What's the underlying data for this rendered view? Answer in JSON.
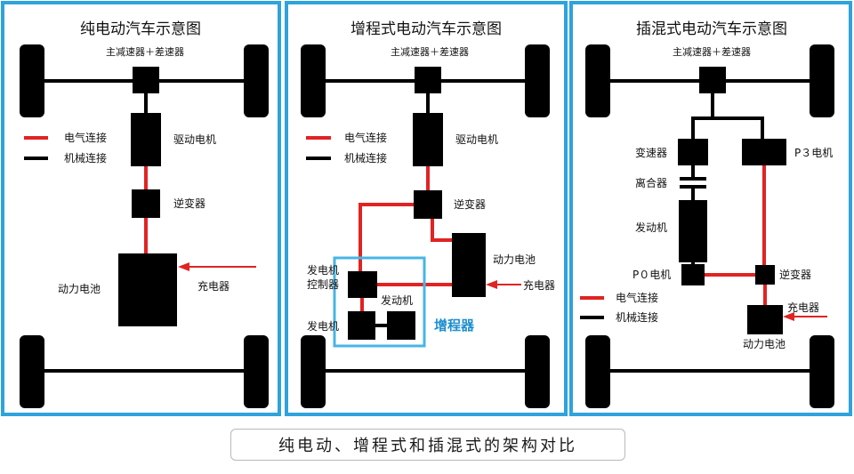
{
  "colors": {
    "frame": "#2ea3dc",
    "electrical": "#e02323",
    "mechanical": "#000000",
    "range_extender_box": "#47b5e5",
    "range_extender_label": "#1e8fd0"
  },
  "panels": [
    {
      "title": "纯电动汽车示意图",
      "reducer": "主减速器＋差速器",
      "legend_electrical": "电气连接",
      "legend_mechanical": "机械连接",
      "motor": "驱动电机",
      "inverter": "逆变器",
      "battery": "动力电池",
      "charger": "充电器"
    },
    {
      "title": "增程式电动汽车示意图",
      "reducer": "主减速器＋差速器",
      "legend_electrical": "电气连接",
      "legend_mechanical": "机械连接",
      "motor": "驱动电机",
      "inverter": "逆变器",
      "battery": "动力电池",
      "charger": "充电器",
      "generator_controller": [
        "发电机",
        "控制器"
      ],
      "engine": "发动机",
      "generator": "发电机",
      "range_extender": "增程器"
    },
    {
      "title": "插混式电动汽车示意图",
      "reducer": "主减速器＋差速器",
      "gearbox": "变速器",
      "clutch": "离合器",
      "engine": "发动机",
      "p0_motor": "P０电机",
      "p3_motor": "P３电机",
      "inverter": "逆变器",
      "legend_electrical": "电气连接",
      "legend_mechanical": "机械连接",
      "charger": "充电器",
      "battery": "动力电池"
    }
  ],
  "caption": "纯电动、增程式和插混式的架构对比"
}
